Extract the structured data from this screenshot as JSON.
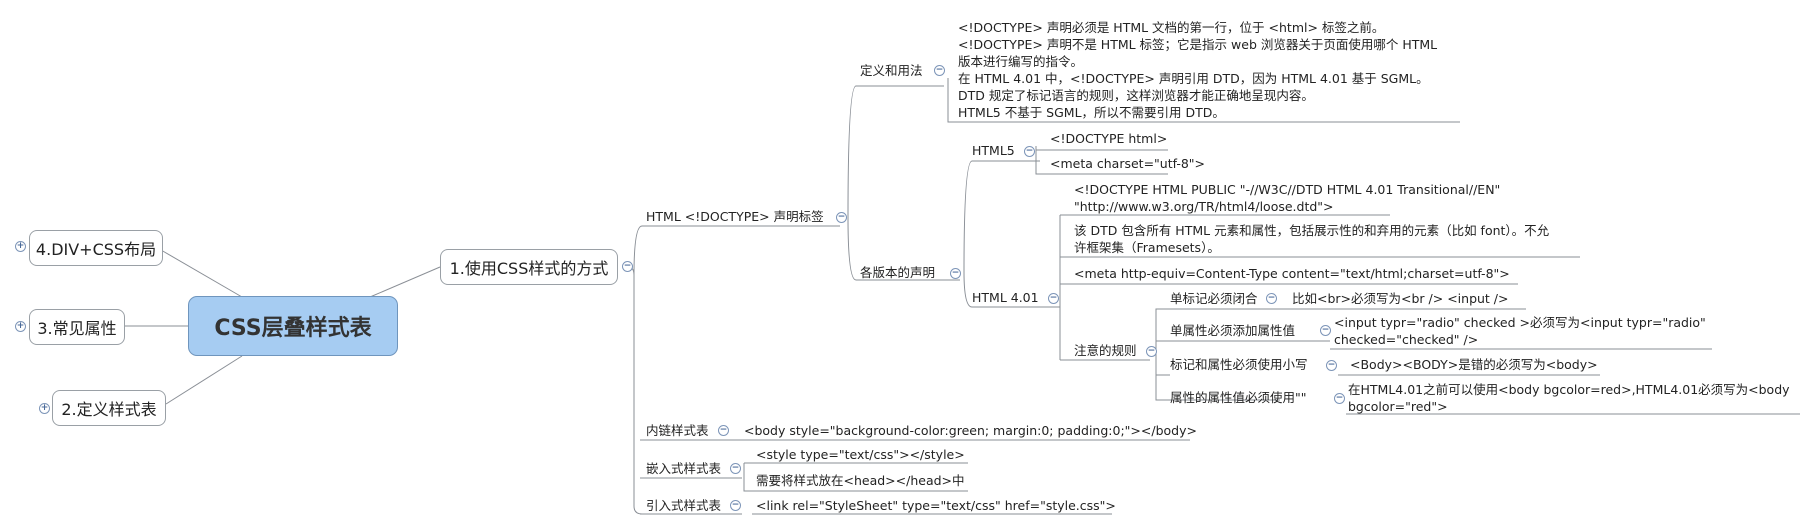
{
  "root": {
    "label": "CSS层叠样式表"
  },
  "left_branches": [
    {
      "label": "4.DIV+CSS布局",
      "toggle": "+"
    },
    {
      "label": "3.常见属性",
      "toggle": "+"
    },
    {
      "label": "2.定义样式表",
      "toggle": "+"
    }
  ],
  "main_branch": {
    "label": "1.使用CSS样式的方式",
    "toggle": "−"
  },
  "doctype": {
    "label": "HTML <!DOCTYPE> 声明标签",
    "toggle": "−",
    "definition": {
      "label": "定义和用法",
      "toggle": "−",
      "lines": [
        "<!DOCTYPE> 声明必须是 HTML 文档的第一行，位于 <html> 标签之前。",
        "<!DOCTYPE> 声明不是 HTML 标签；它是指示 web 浏览器关于页面使用哪个 HTML",
        "版本进行编写的指令。",
        "在 HTML 4.01 中，<!DOCTYPE> 声明引用 DTD，因为 HTML 4.01 基于 SGML。",
        "DTD 规定了标记语言的规则，这样浏览器才能正确地呈现内容。",
        "HTML5 不基于 SGML，所以不需要引用 DTD。"
      ]
    },
    "versions": {
      "label": "各版本的声明",
      "toggle": "−",
      "html5": {
        "label": "HTML5",
        "toggle": "−",
        "items": [
          "<!DOCTYPE html>",
          "<meta charset=\"utf-8\">"
        ]
      },
      "html401": {
        "label": "HTML 4.01",
        "toggle": "−",
        "item1_line1": "<!DOCTYPE HTML PUBLIC \"-//W3C//DTD HTML 4.01 Transitional//EN\"",
        "item1_line2": "\"http://www.w3.org/TR/html4/loose.dtd\">",
        "item2_line1": "该 DTD 包含所有 HTML 元素和属性，包括展示性的和弃用的元素（比如 font）。不允",
        "item2_line2": "许框架集（Framesets）。",
        "item3": "<meta http-equiv=Content-Type content=\"text/html;charset=utf-8\">",
        "rules": {
          "label": "注意的规则",
          "toggle": "−",
          "items": [
            {
              "label": "单标记必须闭合",
              "toggle": "−",
              "detail": "比如<br>必须写为<br />   <input />"
            },
            {
              "label": "单属性必须添加属性值",
              "toggle": "−",
              "detail_line1": "<input typr=\"radio\" checked >必须写为<input typr=\"radio\"",
              "detail_line2": "checked=\"checked\" />"
            },
            {
              "label": "标记和属性必须使用小写",
              "toggle": "−",
              "detail": "<Body><BODY>是错的必须写为<body>"
            },
            {
              "label": "属性的属性值必须使用\"\"",
              "toggle": "−",
              "detail_line1": "在HTML4.01之前可以使用<body bgcolor=red>,HTML4.01必须写为<body",
              "detail_line2": "bgcolor=\"red\">"
            }
          ]
        }
      }
    }
  },
  "inline": {
    "label": "内链样式表",
    "toggle": "−",
    "detail": "<body style=\"background-color:green; margin:0; padding:0;\"></body>"
  },
  "embedded": {
    "label": "嵌入式样式表",
    "toggle": "−",
    "items": [
      "<style type=\"text/css\"></style>",
      "需要将样式放在<head></head>中"
    ]
  },
  "linked": {
    "label": "引入式样式表",
    "toggle": "−",
    "detail": "<link rel=\"StyleSheet\" type=\"text/css\" href=\"style.css\">"
  }
}
